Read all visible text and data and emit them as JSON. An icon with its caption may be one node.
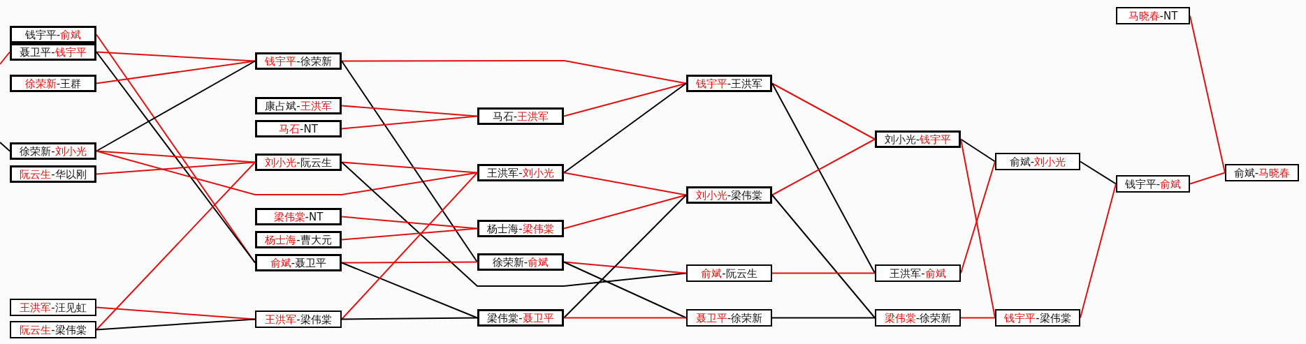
{
  "diagram": {
    "nodes": [
      {
        "text": [
          "钱宇平-**俞斌**"
        ]
      },
      {
        "text": [
          "聂卫平-**钱宇平**"
        ]
      },
      {
        "text": [
          "**徐荣新**-王群"
        ]
      },
      {
        "text": [
          "徐荣新-**刘小光**"
        ]
      },
      {
        "text": [
          "**阮云生**-华以刚"
        ]
      },
      {
        "text": [
          "**王洪军**-汪见虹"
        ]
      },
      {
        "text": [
          "**阮云生**-梁伟棠"
        ]
      },
      {
        "text": [
          "**钱宇平**-徐荣新"
        ]
      },
      {
        "text": [
          "康占斌-**王洪军**"
        ]
      },
      {
        "text": [
          "**马石**-NT"
        ]
      },
      {
        "text": [
          "**刘小光**-阮云生"
        ]
      },
      {
        "text": [
          "**梁伟棠**-NT"
        ]
      },
      {
        "text": [
          "**杨士海**-曹大元"
        ]
      },
      {
        "text": [
          "**俞斌**-聂卫平"
        ]
      },
      {
        "text": [
          "**王洪军**-梁伟棠"
        ]
      },
      {
        "text": [
          "马石-**王洪军**"
        ]
      },
      {
        "text": [
          "王洪军-**刘小光**"
        ]
      },
      {
        "text": [
          "杨士海-**梁伟棠**"
        ]
      },
      {
        "text": [
          "徐荣新-**俞斌**"
        ]
      },
      {
        "text": [
          "梁伟棠-**聂卫平**"
        ]
      },
      {
        "text": [
          "**钱宇平**-王洪军"
        ]
      },
      {
        "text": [
          "**刘小光**-梁伟棠"
        ]
      },
      {
        "text": [
          "**俞斌**-阮云生"
        ]
      },
      {
        "text": [
          "**聂卫平**-徐荣新"
        ]
      },
      {
        "text": [
          "刘小光-**钱宇平**"
        ]
      },
      {
        "text": [
          "王洪军-**俞斌**"
        ]
      },
      {
        "text": [
          "**梁伟棠**-徐荣新"
        ]
      },
      {
        "text": [
          "俞斌-**刘小光**"
        ]
      },
      {
        "text": [
          "**钱宇平**-梁伟棠"
        ]
      },
      {
        "text": [
          "**马晓春**-NT"
        ]
      },
      {
        "text": [
          "钱宇平-**俞斌**"
        ]
      },
      {
        "text": [
          "俞斌-**马晓春**"
        ]
      }
    ],
    "edges": [
      {
        "from": null,
        "to": 1,
        "arrow": "none"
      },
      {
        "from": null,
        "to": 3,
        "arrow": "none",
        "color": "#000000"
      },
      {
        "from": 0,
        "to": 13,
        "arrow": "none"
      },
      {
        "from": 1,
        "to": 7,
        "arrow": "none"
      },
      {
        "from": 1,
        "to": 13,
        "arrow": "none",
        "color": "#000000"
      },
      {
        "from": 2,
        "to": 7,
        "arrow": "none"
      },
      {
        "from": 3,
        "to": 7,
        "arrow": "none",
        "color": "#000000"
      },
      {
        "from": 3,
        "to": 10,
        "arrow": "none"
      },
      {
        "from": 3,
        "to": 16,
        "arrow": "none"
      },
      {
        "from": 4,
        "to": 10,
        "arrow": "none"
      },
      {
        "from": 5,
        "to": 14,
        "arrow": "none"
      },
      {
        "from": 6,
        "to": 10,
        "arrow": "none"
      },
      {
        "from": 6,
        "to": 14,
        "arrow": "none",
        "color": "#000000"
      },
      {
        "from": 7,
        "to": 20,
        "arrow": "none"
      },
      {
        "from": 7,
        "to": 18,
        "arrow": "none",
        "color": "#000000"
      },
      {
        "from": 8,
        "to": 15,
        "arrow": "none"
      },
      {
        "from": 9,
        "to": 15,
        "arrow": "none"
      },
      {
        "from": 10,
        "to": 16,
        "arrow": "none"
      },
      {
        "from": 10,
        "to": 22,
        "arrow": "none",
        "color": "#000000"
      },
      {
        "from": 11,
        "to": 17,
        "arrow": "none"
      },
      {
        "from": 12,
        "to": 17,
        "arrow": "none"
      },
      {
        "from": 13,
        "to": 18,
        "arrow": "none"
      },
      {
        "from": 13,
        "to": 19,
        "arrow": "none",
        "color": "#000000"
      },
      {
        "from": 14,
        "to": 16,
        "arrow": "none"
      },
      {
        "from": 14,
        "to": 19,
        "arrow": "none",
        "color": "#000000"
      },
      {
        "from": 15,
        "to": 20,
        "arrow": "none"
      },
      {
        "from": 16,
        "to": 20,
        "arrow": "none",
        "color": "#000000"
      },
      {
        "from": 16,
        "to": 21,
        "arrow": "none"
      },
      {
        "from": 17,
        "to": 21,
        "arrow": "none"
      },
      {
        "from": 18,
        "to": 22,
        "arrow": "none"
      },
      {
        "from": 18,
        "to": 23,
        "arrow": "none",
        "color": "#000000"
      },
      {
        "from": 19,
        "to": 21,
        "arrow": "none",
        "color": "#000000"
      },
      {
        "from": 19,
        "to": 23,
        "arrow": "none"
      },
      {
        "from": 20,
        "to": 24,
        "arrow": "none"
      },
      {
        "from": 20,
        "to": 25,
        "arrow": "none",
        "color": "#000000"
      },
      {
        "from": 21,
        "to": 24,
        "arrow": "none"
      },
      {
        "from": 21,
        "to": 26,
        "arrow": "none",
        "color": "#000000"
      },
      {
        "from": 22,
        "to": 25,
        "arrow": "none"
      },
      {
        "from": 23,
        "to": 26,
        "arrow": "none",
        "color": "#000000"
      },
      {
        "from": 24,
        "to": 27,
        "arrow": "none",
        "color": "#000000"
      },
      {
        "from": 24,
        "to": 28,
        "arrow": "none"
      },
      {
        "from": 25,
        "to": 27,
        "arrow": "none"
      },
      {
        "from": 26,
        "to": 28,
        "arrow": "none"
      },
      {
        "from": 27,
        "to": 30,
        "arrow": "none",
        "color": "#000000"
      },
      {
        "from": 28,
        "to": 30,
        "arrow": "none"
      },
      {
        "from": 29,
        "to": 31,
        "arrow": "none"
      },
      {
        "from": 30,
        "to": 31,
        "arrow": "none"
      }
    ]
  }
}
